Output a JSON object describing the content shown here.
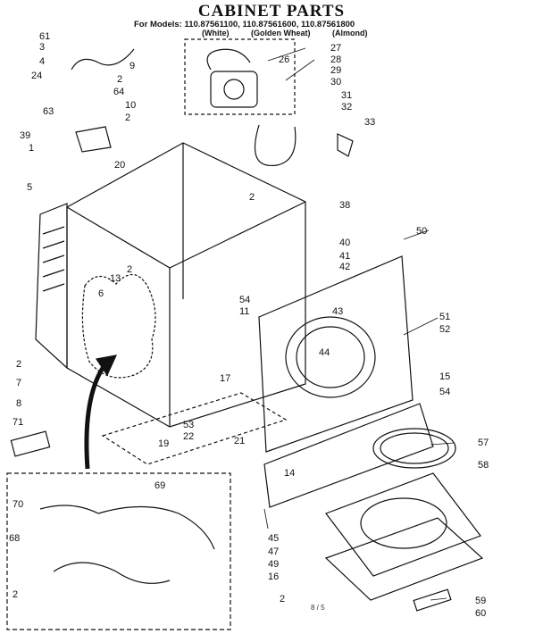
{
  "title": "CABINET PARTS",
  "models_line": "For Models: 110.87561100, 110.87561600, 110.87561800",
  "variants": [
    "(White)",
    "(Golden Wheat)",
    "(Almond)"
  ],
  "page_mark": "8 / 5",
  "callouts": {
    "c61": "61",
    "c3": "3",
    "c4": "4",
    "c24": "24",
    "c63": "63",
    "c9": "9",
    "c2a": "2",
    "c64": "64",
    "c10": "10",
    "c2b": "2",
    "c39": "39",
    "c1": "1",
    "c20": "20",
    "c26": "26",
    "c27": "27",
    "c28": "28",
    "c29": "29",
    "c30": "30",
    "c31": "31",
    "c32": "32",
    "c33": "33",
    "c5": "5",
    "c2c": "2",
    "c38": "38",
    "c50": "50",
    "c40": "40",
    "c41": "41",
    "c42": "42",
    "c2d": "2",
    "c13": "13",
    "c6": "6",
    "c54a": "54",
    "c11": "11",
    "c43": "43",
    "c51": "51",
    "c52": "52",
    "c44": "44",
    "c15": "15",
    "c54b": "54",
    "c2e": "2",
    "c7": "7",
    "c8": "8",
    "c17": "17",
    "c71": "71",
    "c53": "53",
    "c22": "22",
    "c21": "21",
    "c19": "19",
    "c57": "57",
    "c14": "14",
    "c58": "58",
    "c70": "70",
    "c69": "69",
    "c68": "68",
    "c2f": "2",
    "c45": "45",
    "c47": "47",
    "c49": "49",
    "c16": "16",
    "c2g": "2",
    "c59": "59",
    "c60": "60"
  }
}
